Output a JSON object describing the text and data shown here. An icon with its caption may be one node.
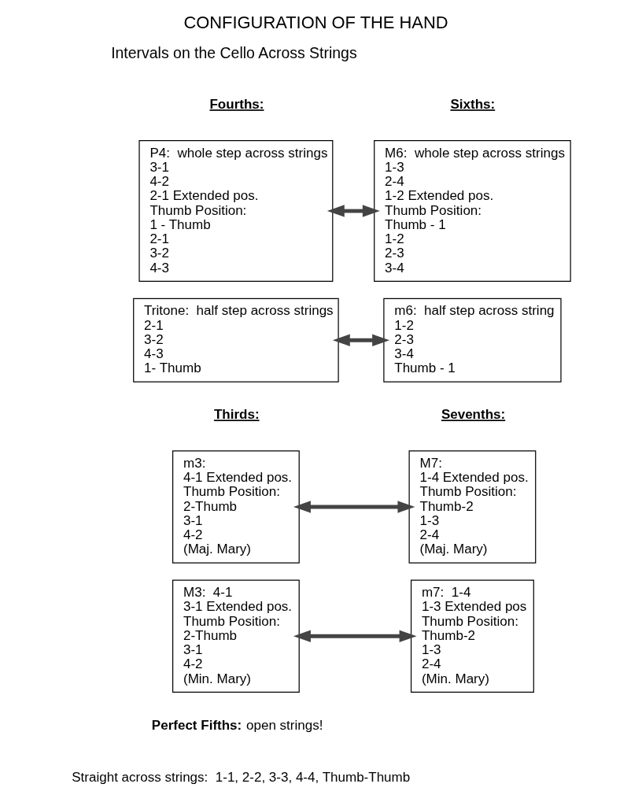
{
  "diagram": {
    "title": "CONFIGURATION OF THE HAND",
    "nodes": [
      {
        "text": [
          "P4:  whole step across strings",
          "3-1",
          "4-2",
          "2-1 Extended pos.",
          "Thumb Position:",
          "1 - Thumb",
          "2-1",
          "3-2",
          "4-3"
        ]
      },
      {
        "text": [
          "M6:  whole step across strings",
          "1-3",
          "2-4",
          "1-2 Extended pos.",
          "Thumb Position:",
          "Thumb - 1",
          "1-2",
          "2-3",
          "3-4"
        ]
      },
      {
        "text": [
          "Tritone:  half step across strings",
          "2-1",
          "3-2",
          "4-3",
          "1- Thumb"
        ]
      },
      {
        "text": [
          "m6:  half step across string",
          "1-2",
          "2-3",
          "3-4",
          "Thumb - 1"
        ]
      },
      {
        "text": [
          "m3:",
          "4-1 Extended pos.",
          "Thumb Position:",
          "2-Thumb",
          "3-1",
          "4-2",
          "(Maj. Mary)"
        ]
      },
      {
        "text": [
          "M7:",
          "1-4 Extended pos.",
          "Thumb Position:",
          "Thumb-2",
          "1-3",
          "2-4",
          "(Maj. Mary)"
        ]
      },
      {
        "text": [
          "M3:  4-1",
          "3-1 Extended pos.",
          "Thumb Position:",
          "2-Thumb",
          "3-1",
          "4-2",
          "(Min. Mary)"
        ]
      },
      {
        "text": [
          "m7:  1-4",
          "1-3 Extended pos",
          "Thumb Position:",
          "Thumb-2",
          "1-3",
          "2-4",
          "(Min. Mary)"
        ]
      }
    ],
    "edges": [
      {
        "from": 0,
        "to": 1,
        "arrow": "both"
      },
      {
        "from": 2,
        "to": 3,
        "arrow": "both"
      },
      {
        "from": 4,
        "to": 5,
        "arrow": "both"
      },
      {
        "from": 6,
        "to": 7,
        "arrow": "both"
      }
    ],
    "labels": [
      "Intervals on the Cello Across Strings",
      "Fourths:",
      "Sixths:",
      "Thirds:",
      "Sevenths:",
      "Perfect Fifths:  open strings!",
      "Straight across strings:  1-1, 2-2, 3-3, 4-4, Thumb-Thumb"
    ]
  }
}
